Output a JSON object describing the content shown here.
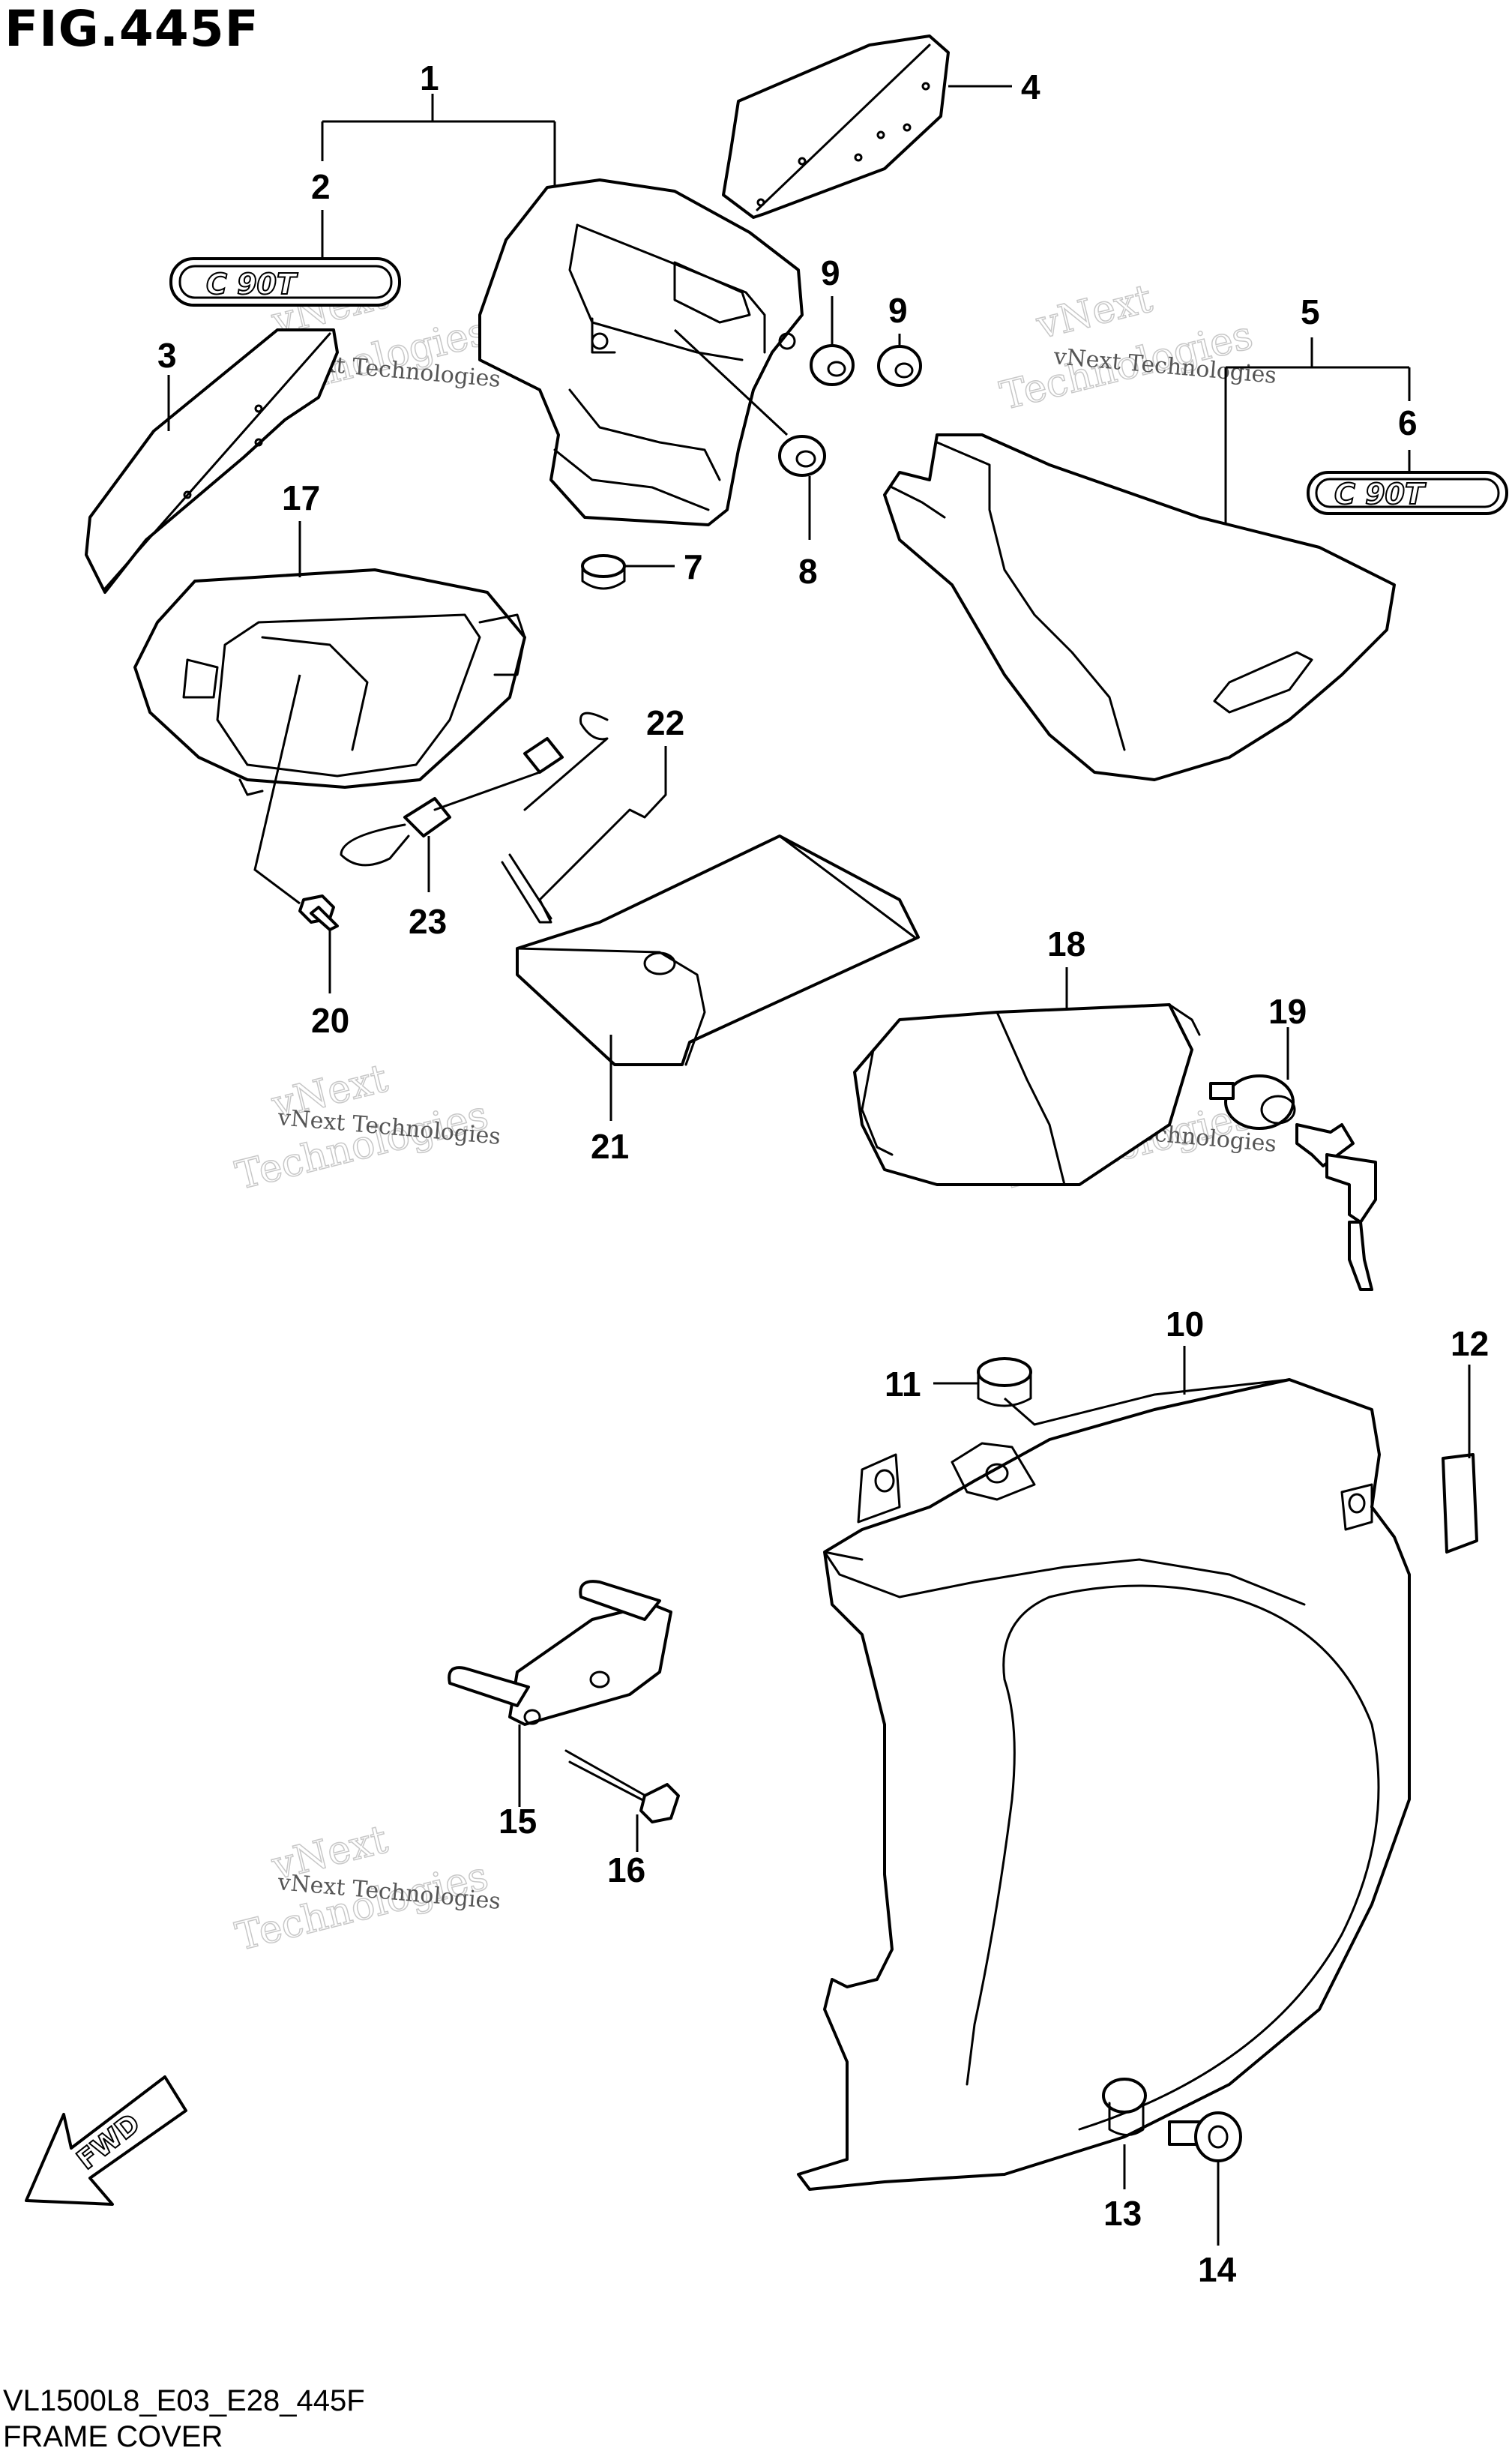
{
  "figure_title": "FIG.445F",
  "footer": {
    "code": "VL1500L8_E03_E28_445F",
    "name": "FRAME COVER"
  },
  "callouts": [
    "1",
    "2",
    "3",
    "4",
    "5",
    "6",
    "7",
    "8",
    "9",
    "9",
    "10",
    "11",
    "12",
    "13",
    "14",
    "15",
    "16",
    "17",
    "18",
    "19",
    "20",
    "21",
    "22",
    "23"
  ],
  "badges": [
    "C 90T",
    "C 90T"
  ],
  "fwd_label": "FWD",
  "watermark": {
    "line1": "vNext",
    "line2": "Technologies",
    "combined": "vNext Technologies"
  }
}
